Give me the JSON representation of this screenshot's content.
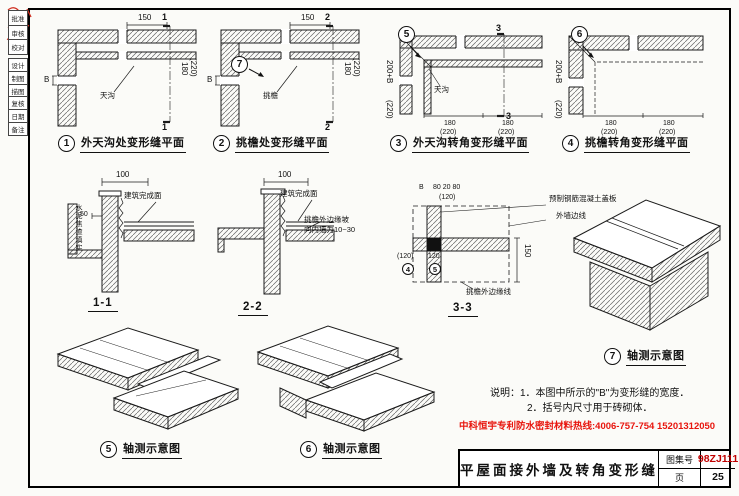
{
  "sidebar": {
    "group1": [
      "批准",
      "审核",
      "校对"
    ],
    "group2": [
      "设计",
      "制图",
      "描图",
      "复核",
      "日期",
      "备注"
    ]
  },
  "plans": [
    {
      "num": "1",
      "title": "外天沟处变形缝平面",
      "inner_label": "天沟",
      "dim_top": "150",
      "dim_joint": "B",
      "dim_side": "180",
      "dim_side_paren": "(220)",
      "cut": "1"
    },
    {
      "num": "2",
      "title": "挑檐处变形缝平面",
      "inner_label": "挑檐",
      "dim_top": "150",
      "dim_joint": "B",
      "dim_side": "180",
      "dim_side_paren": "(220)",
      "cut": "2",
      "ref": "7"
    },
    {
      "num": "3",
      "title": "外天沟转角变形缝平面",
      "inner_label": "天沟",
      "dim_left": "200+B",
      "dim_left_paren": "(220)",
      "dim_bottom_1": "180",
      "dim_bottom_2": "180",
      "dim_bottom_paren_1": "(220)",
      "dim_bottom_paren_2": "(220)",
      "cut": "3",
      "ref": "5"
    },
    {
      "num": "4",
      "title": "挑檐转角变形缝平面",
      "dim_left": "200+B",
      "dim_left_paren": "(220)",
      "dim_bottom_1": "180",
      "dim_bottom_2": "180",
      "dim_bottom_paren_1": "(220)",
      "dim_bottom_paren_2": "(220)",
      "ref": "6"
    }
  ],
  "sections": [
    {
      "title": "1-1",
      "dim_top": "100",
      "finish_label": "建筑完成面",
      "dim_small": "50",
      "material_note": "水泥焦渣填实"
    },
    {
      "title": "2-2",
      "dim_top": "100",
      "finish_label": "建筑完成面",
      "slope_note_1": "挑檐外边缘坡",
      "slope_note_2": "向内墙为10~30"
    },
    {
      "title": "3-3",
      "dim_b": "B",
      "dims_top": "80 20 80",
      "dim_paren": "(120)",
      "dim_right": "150",
      "label_cover": "预制钢筋混凝土盖板",
      "label_wall_edge": "外墙边线",
      "label_eave_edge": "挑檐外边缘线",
      "ref_a": "4",
      "ref_b": "5",
      "dim_ref_a": "(120)",
      "dim_ref_b": "120"
    }
  ],
  "axons": [
    {
      "num": "5",
      "title": "轴测示意图"
    },
    {
      "num": "6",
      "title": "轴测示意图"
    },
    {
      "num": "7",
      "title": "轴测示意图"
    }
  ],
  "notes": {
    "heading": "说明：",
    "line1": "1．本图中所示的\"B\"为变形缝的宽度．",
    "line2": "2．括号内尺寸用于砖砌体．"
  },
  "watermark": "中科恒宇专利防水密封材料热线:4006-757-754 15201312050",
  "titleblock": {
    "title": "平屋面接外墙及转角变形缝",
    "atlas_label": "图集号",
    "atlas_no": "98ZJ111",
    "page_label": "页",
    "page_no": "25"
  },
  "colors": {
    "watermark_red": "#e8150d",
    "atlas_red": "#c00000",
    "line": "#1b1b1b"
  }
}
